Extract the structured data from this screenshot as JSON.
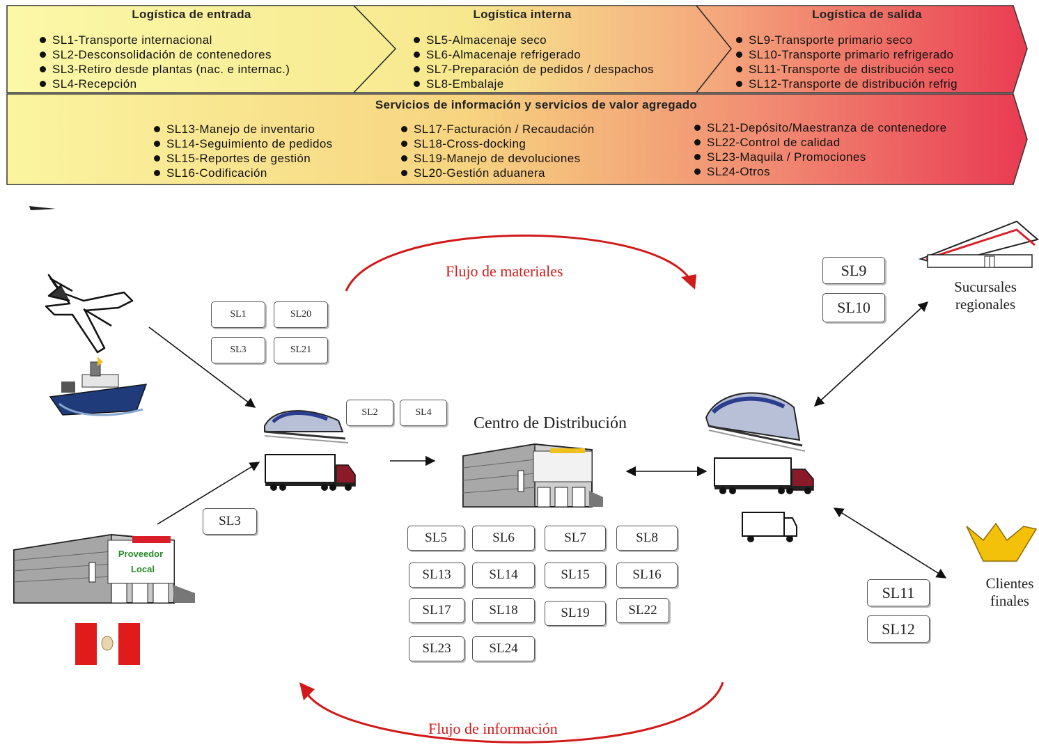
{
  "bands": {
    "entrada": {
      "title": "Logística de entrada",
      "items": [
        "SL1-Transporte internacional",
        "SL2-Desconsolidación de contenedores",
        "SL3-Retiro desde plantas (nac. e internac.)",
        "SL4-Recepción"
      ]
    },
    "interna": {
      "title": "Logística interna",
      "items": [
        "SL5-Almacenaje seco",
        "SL6-Almacenaje refrigerado",
        "SL7-Preparación de pedidos / despachos",
        "SL8-Embalaje"
      ]
    },
    "salida": {
      "title": "Logística de salida",
      "items": [
        "SL9-Transporte primario seco",
        "SL10-Transporte primario refrigerado",
        "SL11-Transporte de distribución seco",
        "SL12-Transporte de distribución refrig"
      ]
    },
    "servicios": {
      "title": "Servicios de información y servicios de valor agregado",
      "col1": [
        "SL13-Manejo de inventario",
        "SL14-Seguimiento de pedidos",
        "SL15-Reportes de gestión",
        "SL16-Codificación"
      ],
      "col2": [
        "SL17-Facturación / Recaudación",
        "SL18-Cross-docking",
        "SL19-Manejo de devoluciones",
        "SL20-Gestión aduanera"
      ],
      "col3": [
        "SL21-Depósito/Maestranza de contenedore",
        "SL22-Control de calidad",
        "SL23-Maquila / Promociones",
        "SL24-Otros"
      ]
    }
  },
  "diagram": {
    "flujo_materiales": "Flujo de materiales",
    "flujo_informacion": "Flujo de información",
    "centro": "Centro de Distribución",
    "sucursales": [
      "Sucursales",
      "regionales"
    ],
    "clientes": [
      "Clientes",
      "finales"
    ],
    "proveedor_sign": [
      "Proveedor",
      "Local"
    ],
    "boxes": {
      "b1": "SL1",
      "b20": "SL20",
      "b3a": "SL3",
      "b21": "SL21",
      "b2": "SL2",
      "b4": "SL4",
      "b3b": "SL3",
      "b5": "SL5",
      "b6": "SL6",
      "b7": "SL7",
      "b8": "SL8",
      "b13": "SL13",
      "b14": "SL14",
      "b15": "SL15",
      "b16": "SL16",
      "b17": "SL17",
      "b18": "SL18",
      "b19": "SL19",
      "b22": "SL22",
      "b23": "SL23",
      "b24": "SL24",
      "b9": "SL9",
      "b10": "SL10",
      "b11": "SL11",
      "b12": "SL12"
    }
  },
  "colors": {
    "band_start": "#fbf7a6",
    "band_mid": "#f6d27c",
    "band_end": "#ec4a5a",
    "flow_red": "#d01a1a",
    "flag_red": "#e01b1b"
  }
}
